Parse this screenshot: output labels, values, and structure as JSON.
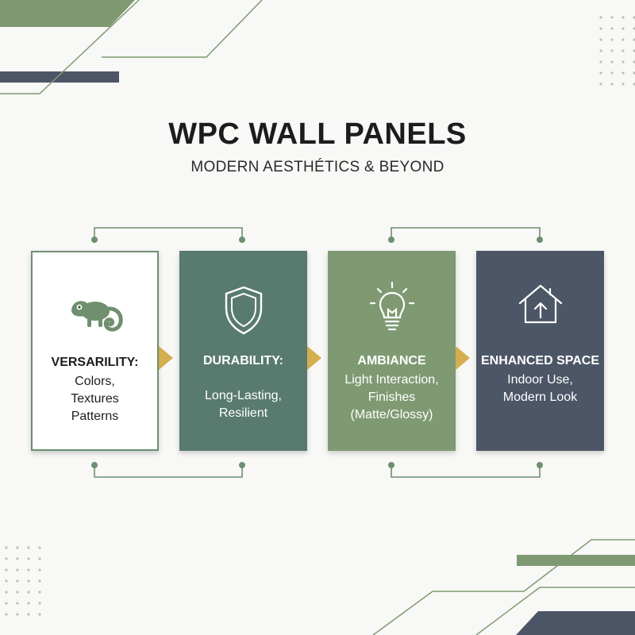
{
  "title": "WPC WALL PANELS",
  "subtitle": "MODERN AESTHÉTICS & BEYOND",
  "cards": [
    {
      "icon": "chameleon-icon",
      "title": "VERSARILITY:",
      "body": "Colors,\nTextures\nPatterns"
    },
    {
      "icon": "shield-icon",
      "title": "DURABILITY:",
      "body": "Long-Lasting,\nResilient"
    },
    {
      "icon": "lightbulb-icon",
      "title": "AMBIANCE",
      "body": "Light Interaction,\nFinishes\n(Matte/Glossy)"
    },
    {
      "icon": "house-upload-icon",
      "title": "ENHANCED SPACE",
      "body": "Indoor Use,\nModern Look"
    }
  ],
  "colors": {
    "sage": "#7f9a72",
    "teal_green": "#587a6f",
    "slate": "#4c5666",
    "accent_gold": "#d4ae4f",
    "connector": "#6e8f70"
  }
}
